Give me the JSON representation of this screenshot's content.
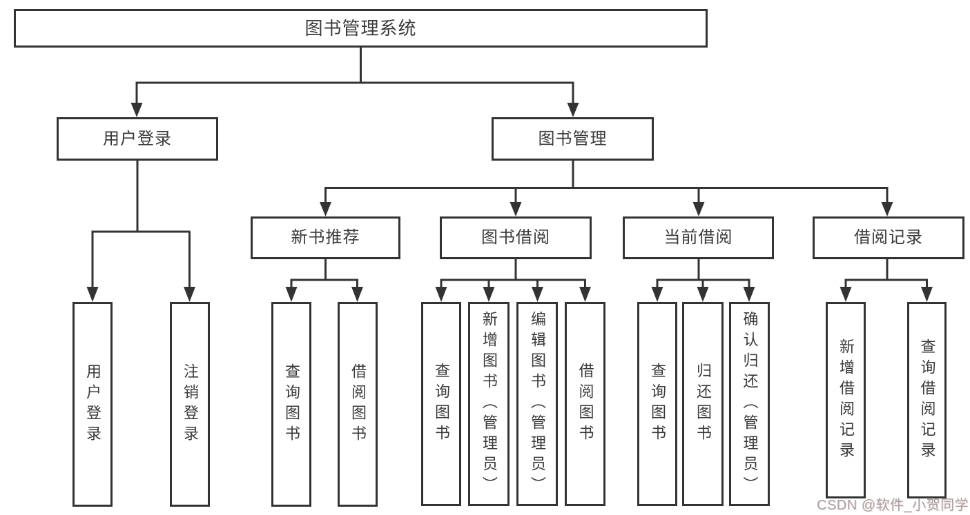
{
  "diagram_title": "图书管理系统",
  "tree": {
    "label": "图书管理系统",
    "children": [
      {
        "label": "用户登录",
        "children": [
          {
            "label": "用户登录"
          },
          {
            "label": "注销登录"
          }
        ]
      },
      {
        "label": "图书管理",
        "children": [
          {
            "label": "新书推荐",
            "children": [
              {
                "label": "查询图书"
              },
              {
                "label": "借阅图书"
              }
            ]
          },
          {
            "label": "图书借阅",
            "children": [
              {
                "label": "查询图书"
              },
              {
                "label": "新增图书（管理员）"
              },
              {
                "label": "编辑图书（管理员）"
              },
              {
                "label": "借阅图书"
              }
            ]
          },
          {
            "label": "当前借阅",
            "children": [
              {
                "label": "查询图书"
              },
              {
                "label": "归还图书"
              },
              {
                "label": "确认归还（管理员）"
              }
            ]
          },
          {
            "label": "借阅记录",
            "children": [
              {
                "label": "新增借阅记录"
              },
              {
                "label": "查询借阅记录"
              }
            ]
          }
        ]
      }
    ]
  },
  "watermark": {
    "text": "CSDN @软件_小贺同学"
  },
  "colors": {
    "line": "#333333",
    "box_border": "#333333",
    "box_fill": "#ffffff",
    "text": "#3a3a3a",
    "background": "#ffffff",
    "watermark": "#9d9d9d"
  }
}
